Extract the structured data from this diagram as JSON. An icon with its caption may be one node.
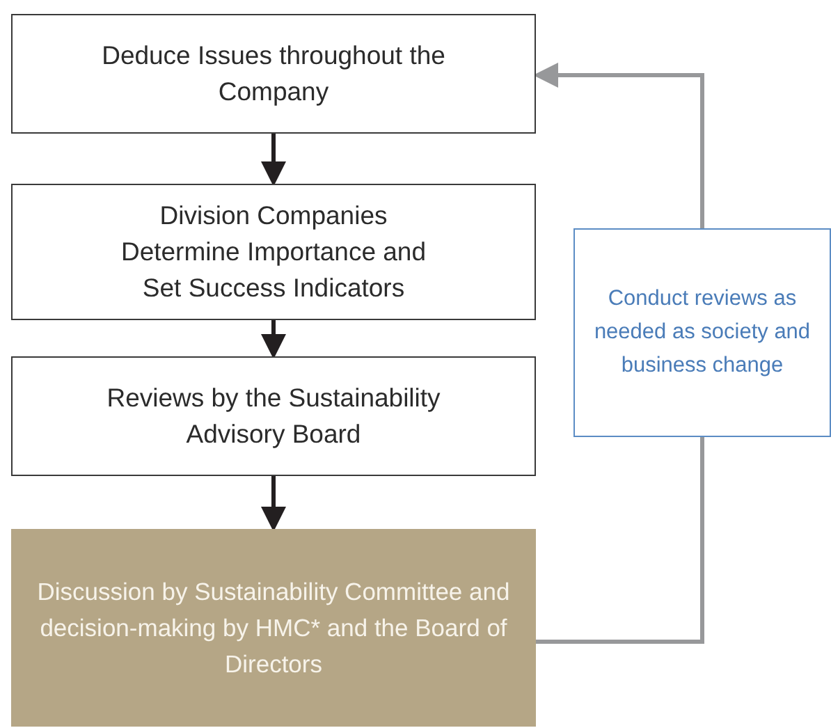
{
  "diagram": {
    "nodes": [
      {
        "text": [
          "Deduce Issues throughout the Company"
        ]
      },
      {
        "text": [
          "Division Companies Determine Importance and Set Success Indicators"
        ]
      },
      {
        "text": [
          "Reviews by the Sustainability Advisory Board"
        ]
      },
      {
        "text": [
          "Discussion by Sustainability Committee and decision-making by HMC* and the Board of Directors"
        ]
      },
      {
        "text": [
          "Conduct reviews as needed as society and business change"
        ]
      }
    ],
    "edges": [
      {
        "from": 0,
        "to": 1,
        "arrow": "to"
      },
      {
        "from": 1,
        "to": 2,
        "arrow": "to"
      },
      {
        "from": 2,
        "to": 3,
        "arrow": "to"
      },
      {
        "from": 3,
        "to": 4,
        "arrow": "none",
        "color": "#97989a"
      },
      {
        "from": 4,
        "to": 0,
        "arrow": "to",
        "color": "#97989a"
      }
    ]
  }
}
